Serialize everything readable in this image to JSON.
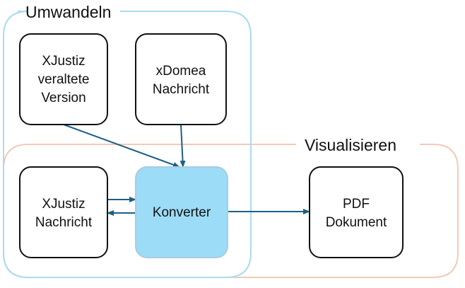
{
  "colors": {
    "umwandeln_border": "#a8dcef",
    "visualisieren_border": "#f3c9b8",
    "node_border": "#111111",
    "node_fill": "#ffffff",
    "converter_fill": "#9ddcf7",
    "converter_border": "#a9cbe4",
    "arrow": "#1d5f86"
  },
  "groups": {
    "umwandeln": {
      "label": "Umwandeln"
    },
    "visualisieren": {
      "label": "Visualisieren"
    }
  },
  "nodes": {
    "xjustiz_old": {
      "lines": [
        "XJustiz",
        "veraltete",
        "Version"
      ]
    },
    "xdomea": {
      "lines": [
        "xDomea",
        "Nachricht"
      ]
    },
    "xjustiz": {
      "lines": [
        "XJustiz",
        "Nachricht"
      ]
    },
    "converter": {
      "lines": [
        "Konverter"
      ]
    },
    "pdf": {
      "lines": [
        "PDF",
        "Dokument"
      ]
    }
  },
  "edges": [
    {
      "from": "xjustiz_old",
      "to": "converter"
    },
    {
      "from": "xdomea",
      "to": "converter"
    },
    {
      "from": "xjustiz",
      "to": "converter"
    },
    {
      "from": "converter",
      "to": "xjustiz"
    },
    {
      "from": "converter",
      "to": "pdf"
    }
  ]
}
